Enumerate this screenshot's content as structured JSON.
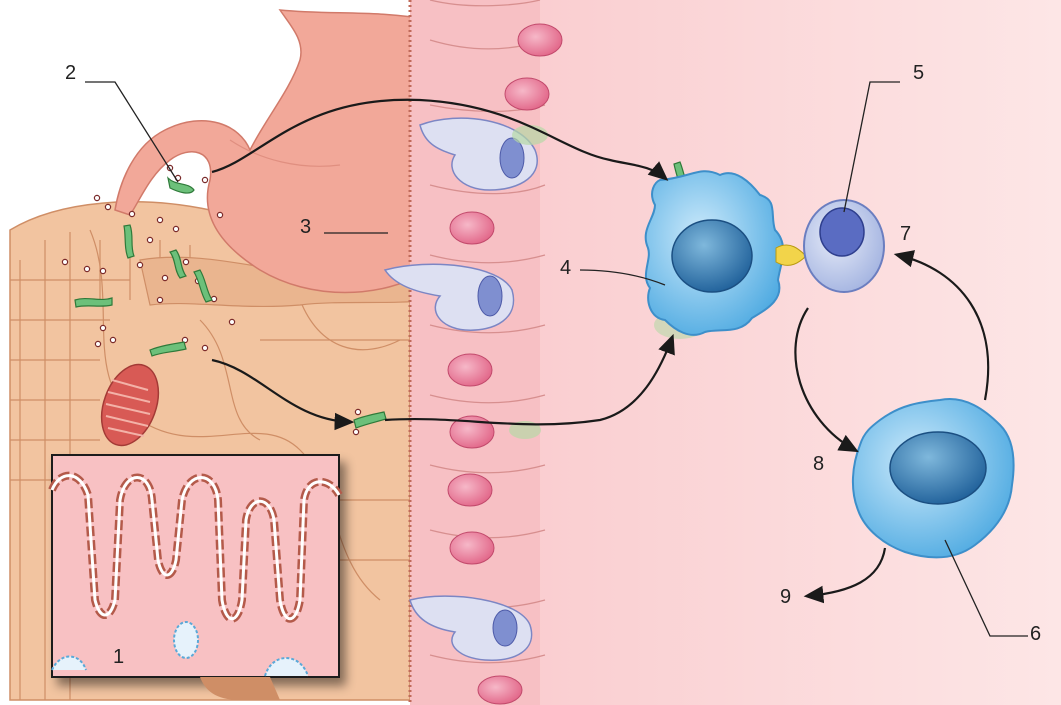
{
  "labels": {
    "l1": "1",
    "l2": "2",
    "l3": "3",
    "l4": "4",
    "l5": "5",
    "l6": "6",
    "l7": "7",
    "l8": "8",
    "l9": "9"
  },
  "colors": {
    "background_tissue": "#fbd3d4",
    "intestine": "#f3c8a3",
    "stomach": "#f2a597",
    "epithelium": "#f8c3c6",
    "nucleus_pink": "#e8708f",
    "goblet_cell": "#d6d9ef",
    "dendritic_cell": "#5fb6e8",
    "nucleus_blue": "#2f6fa8",
    "lymphocyte": "#b7c4e8",
    "bacteria": "#6ac07b",
    "inset_bg": "#f8c1c3",
    "villi_border": "#b45a4a"
  }
}
